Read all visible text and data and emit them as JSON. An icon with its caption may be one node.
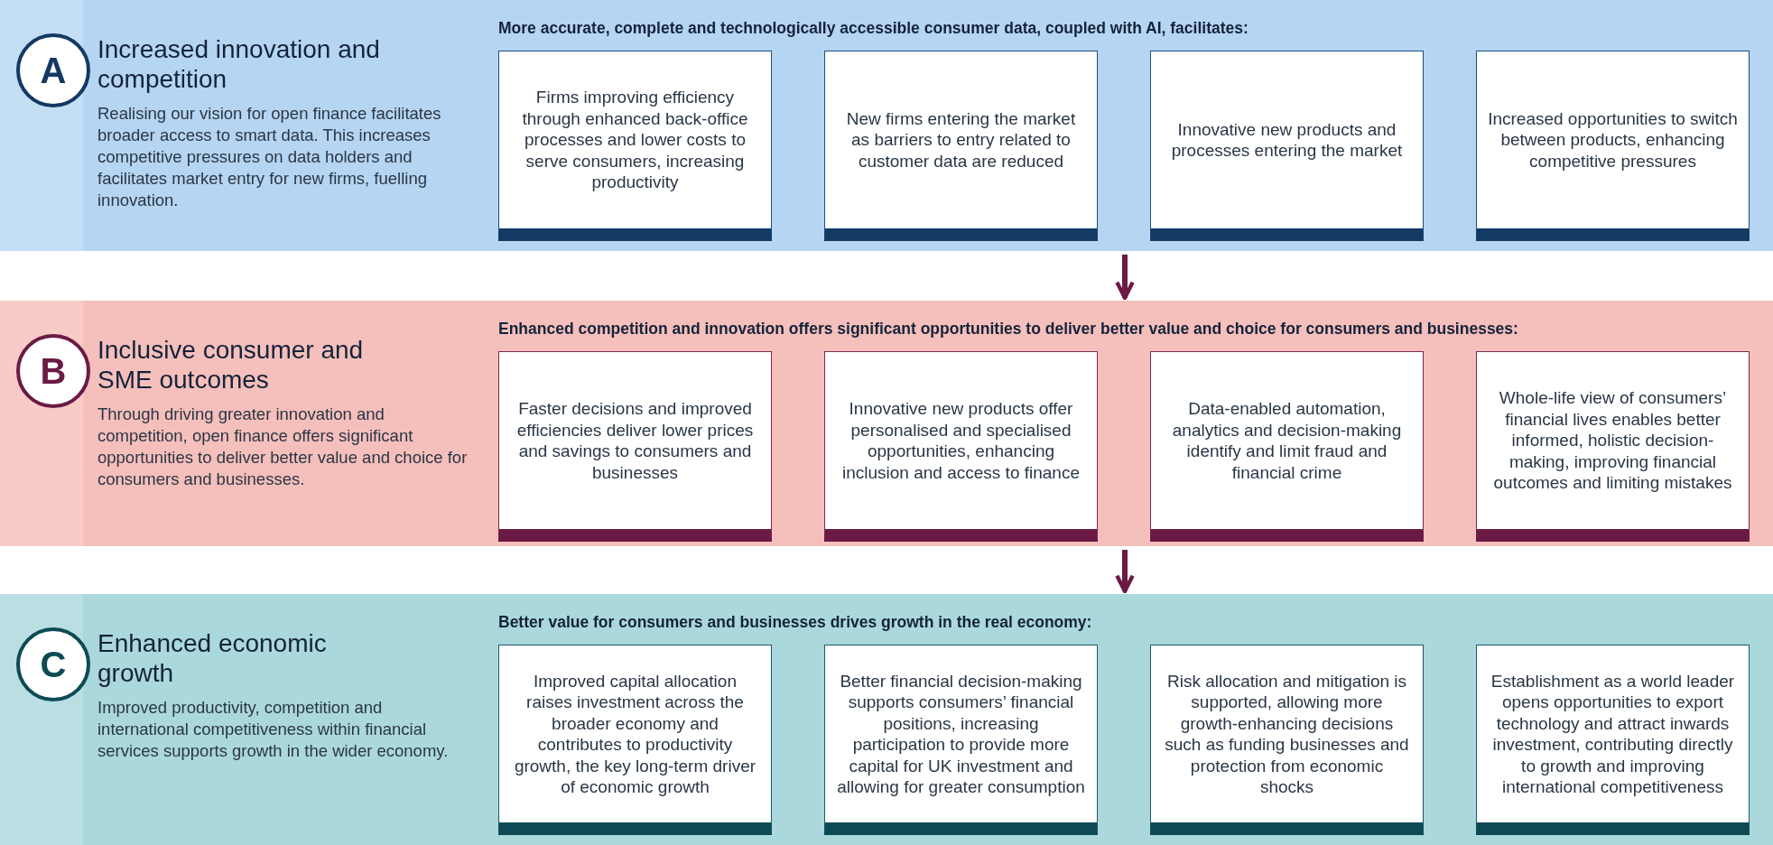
{
  "diagram": {
    "nodes": [
      {
        "text": [
          "Increased innovation and competition",
          "Realising our vision for open finance facilitates broader access to smart data. This increases competitive pressures on data holders and facilitates market entry for new firms, fuelling innovation.",
          "More accurate, complete and technologically accessible consumer data, coupled with AI, facilitates:"
        ]
      },
      {
        "text": [
          "A"
        ],
        "in": 0
      },
      {
        "text": [
          "Firms improving efficiency through enhanced back-office processes and lower costs to serve consumers, increasing productivity"
        ],
        "in": 0
      },
      {
        "text": [
          "New firms entering the market as barriers to entry related to customer data are reduced"
        ],
        "in": 0
      },
      {
        "text": [
          "Innovative new products and processes entering the market"
        ],
        "in": 0
      },
      {
        "text": [
          "Increased opportunities to switch between products, enhancing competitive pressures"
        ],
        "in": 0
      },
      {
        "text": [
          "Inclusive consumer and SME outcomes",
          "Through driving greater innovation and competition, open finance offers significant opportunities to deliver better value and choice for consumers and businesses.",
          "Enhanced competition and innovation offers significant opportunities to deliver better value and choice for consumers and businesses:"
        ]
      },
      {
        "text": [
          "B"
        ],
        "in": 6
      },
      {
        "text": [
          "Faster decisions and improved efficiencies deliver lower prices and savings to consumers and businesses"
        ],
        "in": 6
      },
      {
        "text": [
          "Innovative new products offer personalised and specialised opportunities, enhancing inclusion and access to finance"
        ],
        "in": 6
      },
      {
        "text": [
          "Data-enabled automation, analytics and decision-making identify and limit fraud and financial crime"
        ],
        "in": 6
      },
      {
        "text": [
          "Whole-life view of consumers’ financial lives enables better informed, holistic decision-making, improving financial outcomes and limiting mistakes"
        ],
        "in": 6
      },
      {
        "text": [
          "Enhanced economic growth",
          "Improved productivity, competition and international competitiveness within financial services supports growth in the wider economy.",
          "Better value for consumers and businesses drives growth in the real economy:"
        ]
      },
      {
        "text": [
          "C"
        ],
        "in": 12
      },
      {
        "text": [
          "Improved capital allocation raises investment across the broader economy and contributes to productivity growth, the key long-term driver of economic growth"
        ],
        "in": 12
      },
      {
        "text": [
          "Better financial decision-making supports consumers’ financial positions, increasing participation to provide more capital for UK investment and allowing for greater consumption"
        ],
        "in": 12
      },
      {
        "text": [
          "Risk allocation and mitigation is supported, allowing more growth-enhancing decisions such as funding businesses and protection from economic shocks"
        ],
        "in": 12
      },
      {
        "text": [
          "Establishment as a world leader opens opportunities to export technology and attract inwards investment, contributing directly to growth and improving international competitiveness"
        ],
        "in": 12
      }
    ],
    "edges": [
      {
        "from": 0,
        "to": 6,
        "arrow": "to"
      },
      {
        "from": 6,
        "to": 12,
        "arrow": "to"
      }
    ]
  }
}
